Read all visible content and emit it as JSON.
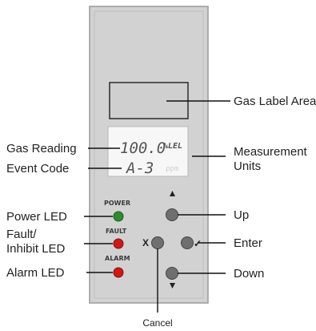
{
  "labels": {
    "gas_label_area": "Gas Label Area",
    "gas_reading": "Gas Reading",
    "event_code": "Event Code",
    "measurement_units_line1": "Measurement",
    "measurement_units_line2": "Units",
    "power_led": "Power LED",
    "fault_inhibit_led_line1": "Fault/",
    "fault_inhibit_led_line2": "Inhibit LED",
    "alarm_led": "Alarm LED",
    "up": "Up",
    "enter": "Enter",
    "down": "Down",
    "cancel": "Cancel"
  },
  "display": {
    "reading": "100.0",
    "unit": "%LEL",
    "event_code": "A-3",
    "ghost_unit": "ppm"
  },
  "panel_text": {
    "power": "POWER",
    "fault": "FAULT",
    "alarm": "ALARM",
    "cancel_symbol": "X",
    "enter_symbol": "✓"
  },
  "colors": {
    "panel": "#d2d2d2",
    "panel_border": "#9a9a9a",
    "power_led": "#2e8b2e",
    "fault_led": "#cc1a14",
    "alarm_led": "#cc1a14",
    "button": "#6f6f6f"
  }
}
